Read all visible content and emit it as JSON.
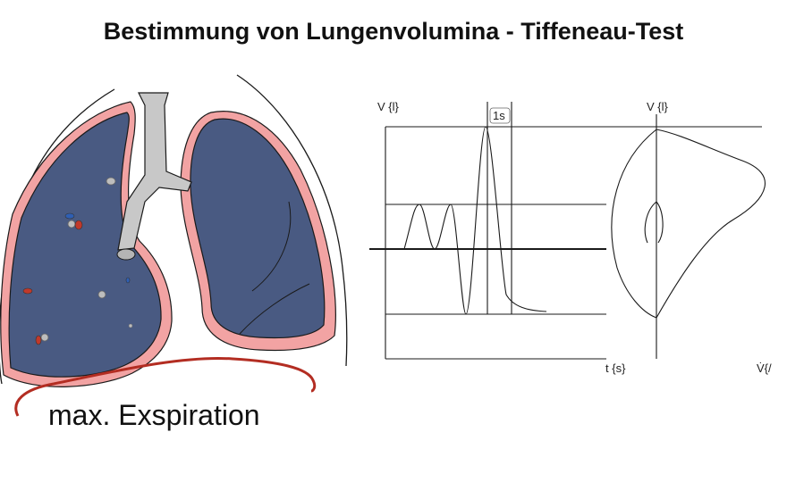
{
  "title": "Bestimmung von Lungenvolumina - Tiffeneau-Test",
  "caption": "max. Exspiration",
  "spirogram": {
    "y_axis_label": "V {l}",
    "x_axis_label": "t {s}",
    "interval_label": "1s"
  },
  "flow_volume": {
    "y_axis_label": "V {l}",
    "x_axis_label": "V̇{/"
  },
  "colors": {
    "lung_fill": "#495a82",
    "pleura": "#f2a3a3",
    "outline": "#1a1a1a",
    "trachea": "#c8c8c8",
    "diaphragm": "#b32d22",
    "red_cell": "#c0392b",
    "blue_cell": "#2f5fb3",
    "gray_cell": "#bdbdbd"
  }
}
